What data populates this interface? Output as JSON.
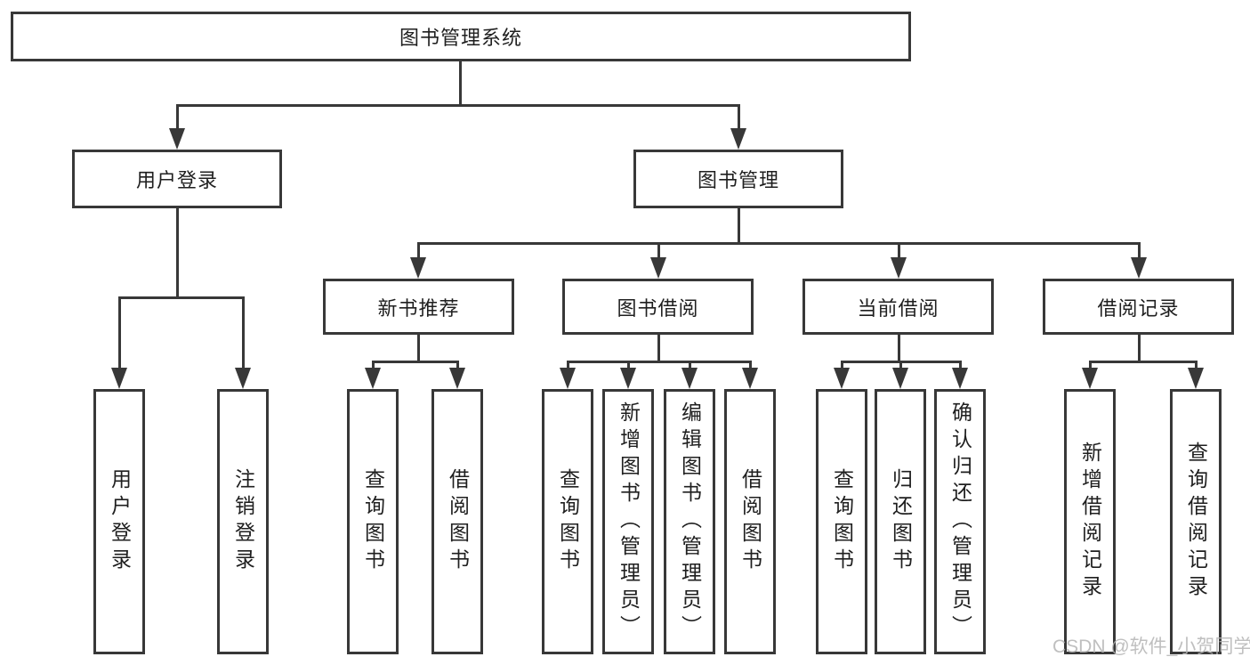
{
  "diagram": {
    "root": {
      "label": "图书管理系统"
    },
    "level2": {
      "user_login": {
        "label": "用户登录"
      },
      "book_mgmt": {
        "label": "图书管理"
      }
    },
    "level3": {
      "new_books": {
        "label": "新书推荐"
      },
      "book_borrow": {
        "label": "图书借阅"
      },
      "current_borrow": {
        "label": "当前借阅"
      },
      "borrow_records": {
        "label": "借阅记录"
      }
    },
    "leaves": {
      "user_login": "用户登录",
      "logout": "注销登录",
      "new_query": "查询图书",
      "new_borrow": "借阅图书",
      "borrow_query": "查询图书",
      "borrow_add": "新增图书（管理员）",
      "borrow_edit": "编辑图书（管理员）",
      "borrow_borrow": "借阅图书",
      "current_query": "查询图书",
      "current_return": "归还图书",
      "current_confirm": "确认归还（管理员）",
      "record_add": "新增借阅记录",
      "record_query": "查询借阅记录"
    },
    "watermark": "CSDN @软件_小贺同学",
    "colors": {
      "line": "#383838",
      "text": "#1f1f1f",
      "watermark": "#b5b5b5",
      "bg": "#ffffff"
    }
  }
}
